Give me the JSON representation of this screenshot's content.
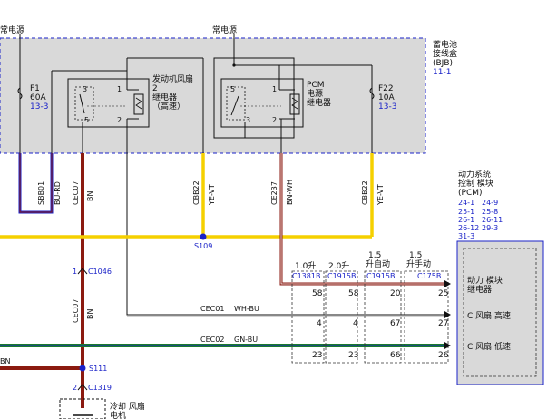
{
  "colors": {
    "box_fill": "#d9d9d9",
    "box_border": "#1a22c8",
    "wire_yellow": "#f5d000",
    "wire_brown": "#8b1a10",
    "wire_green": "#1b7a2e",
    "wire_blue": "#1a22c8",
    "text_blue": "#1a22c8"
  },
  "labels": {
    "constant_power_left": "常电源",
    "constant_power_mid": "常电源",
    "bjb_line1": "蓄电池",
    "bjb_line2": "接线盒",
    "bjb_line3": "(BJB)",
    "bjb_ref": "11-1",
    "fuse_f1_name": "F1",
    "fuse_f1_amp": "60A",
    "fuse_f1_ref": "13-3",
    "fuse_f22_name": "F22",
    "fuse_f22_amp": "10A",
    "fuse_f22_ref": "13-3",
    "fan_relay_line1": "发动机风扇",
    "fan_relay_line2": "2",
    "fan_relay_line3": "继电器",
    "fan_relay_line4": "（高速）",
    "pcm_relay_line1": "PCM",
    "pcm_relay_line2": "电源",
    "pcm_relay_line3": "继电器",
    "pcm_system_line1": "动力系统",
    "pcm_system_line2": "控制 模块",
    "pcm_system_line3": "(PCM)",
    "pcm_ref_1": "24-1",
    "pcm_ref_2": "24-9",
    "pcm_ref_3": "25-1",
    "pcm_ref_4": "25-8",
    "pcm_ref_5": "26-1",
    "pcm_ref_6": "26-11",
    "pcm_ref_7": "26-12",
    "pcm_ref_8": "29-3",
    "pcm_ref_9": "31-3",
    "pcm_inner_line1": "动力 模块",
    "pcm_inner_line2": "继电器",
    "pcm_fan_high": "C 风扇 高速",
    "pcm_fan_low": "C 风扇 低速",
    "cooling_fan_line1": "冷却 风扇",
    "cooling_fan_line2": "电机"
  },
  "relay_pins": {
    "fan_p1": "1",
    "fan_p2": "2",
    "fan_p3": "3",
    "fan_p5": "5",
    "pcm_p1": "1",
    "pcm_p2": "2",
    "pcm_p3": "3",
    "pcm_p5": "5"
  },
  "wires": {
    "sbb01": "SBB01",
    "sbb01_color": "BU-RD",
    "cec07_top": "CEC07",
    "cec07_top_color": "BN",
    "cbb22_left": "CBB22",
    "cbb22_left_color": "YE-VT",
    "ce237": "CE237",
    "ce237_color": "BN-WH",
    "cbb22_right": "CBB22",
    "cbb22_right_color": "YE-VT",
    "cec07_bottom": "CEC07",
    "cec07_bottom_color": "BN",
    "cec01": "CEC01",
    "cec01_color": "WH-BU",
    "cec02": "CEC02",
    "cec02_color": "GN-BU",
    "left_bn": "BN"
  },
  "splices": {
    "s109": "S109",
    "s111": "S111",
    "c1046_pin": "1",
    "c1046": "C1046",
    "c1319_pin": "2",
    "c1319": "C1319"
  },
  "variants": {
    "v1_line1": "1.0升",
    "v2_line1": "2.0升",
    "v3_line1": "1.5",
    "v3_line2": "升自动",
    "v4_line1": "1.5",
    "v4_line2": "升手动"
  },
  "connectors": {
    "c1": "C1381B",
    "c2": "C1915B",
    "c3": "C1915B",
    "c4": "C175B"
  },
  "pins": {
    "r1": [
      "58",
      "58",
      "20",
      "25"
    ],
    "r2": [
      "4",
      "4",
      "67",
      "27"
    ],
    "r3": [
      "23",
      "23",
      "66",
      "26"
    ]
  }
}
